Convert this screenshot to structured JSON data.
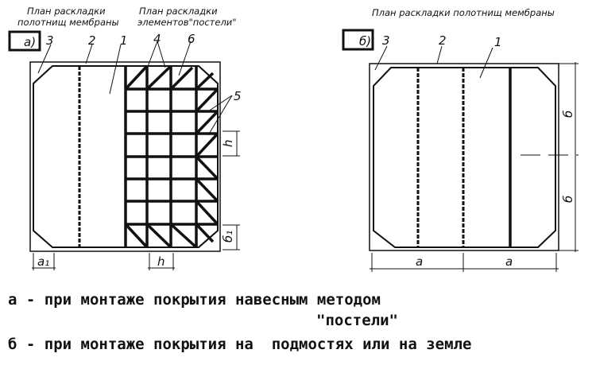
{
  "diagram_a": {
    "tag": "а)",
    "title_left_line1": "План раскладки",
    "title_left_line2": "полотнищ мембраны",
    "title_right_line1": "План раскладки",
    "title_right_line2": "элементов\"постели\"",
    "callouts": {
      "n1": "1",
      "n2": "2",
      "n3": "3",
      "n4": "4",
      "n5": "5",
      "n6": "6"
    },
    "dims": {
      "h_side": "h",
      "b1": "б₁",
      "a1": "a₁",
      "h_bottom": "h"
    }
  },
  "diagram_b": {
    "tag": "б)",
    "title": "План раскладки полотнищ мембраны",
    "callouts": {
      "n1": "1",
      "n2": "2",
      "n3": "3"
    },
    "dims": {
      "b_top": "б",
      "b_bottom": "б",
      "a_left": "a",
      "a_right": "a"
    }
  },
  "captions": {
    "a_line1": "а - при монтаже покрытия навесным методом",
    "a_line2": "\"постели\"",
    "b_line": "б - при монтаже покрытия на  подмостях или на земле"
  },
  "colors": {
    "ink": "#111111"
  }
}
